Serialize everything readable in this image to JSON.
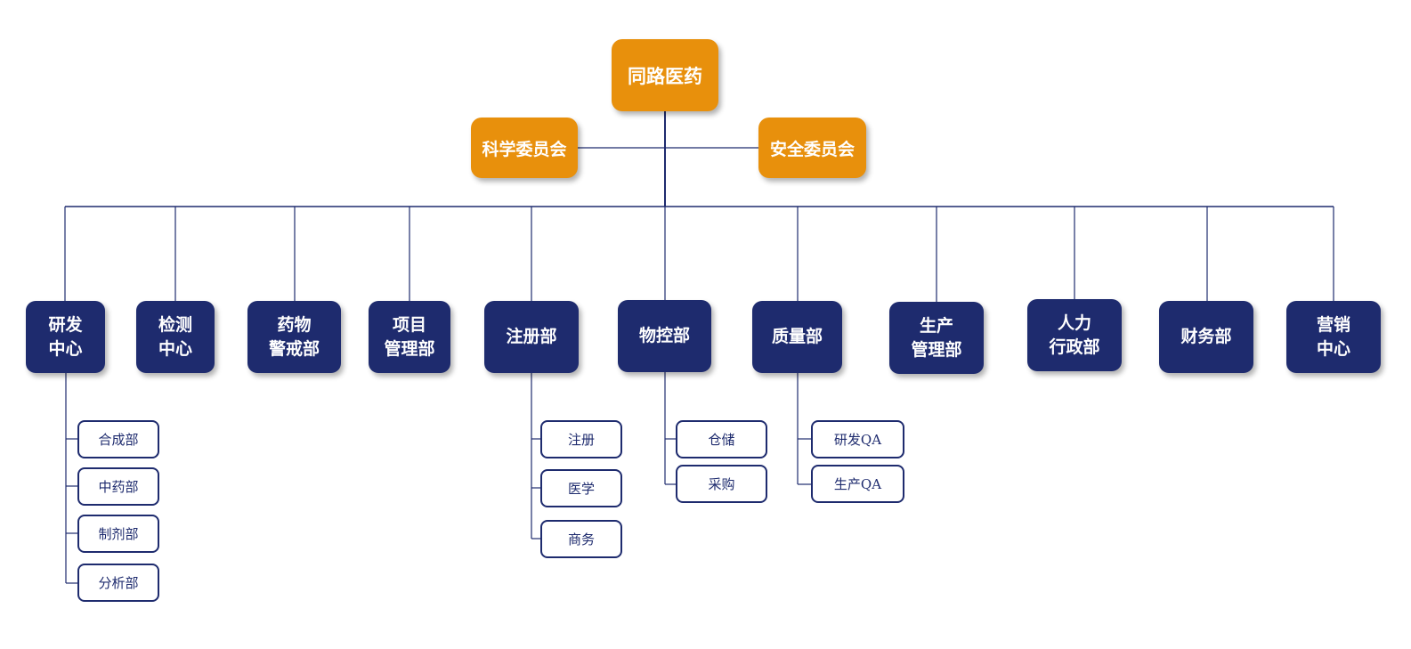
{
  "root": {
    "label": "同路医药"
  },
  "committees": [
    {
      "id": "science",
      "label": "科学委员会"
    },
    {
      "id": "safety",
      "label": "安全委员会"
    }
  ],
  "departments": [
    {
      "id": "rd",
      "label": "研发\n中心",
      "subs": [
        "合成部",
        "中药部",
        "制剂部",
        "分析部"
      ]
    },
    {
      "id": "testing",
      "label": "检测\n中心",
      "subs": []
    },
    {
      "id": "pv",
      "label": "药物\n警戒部",
      "subs": []
    },
    {
      "id": "pm",
      "label": "项目\n管理部",
      "subs": []
    },
    {
      "id": "reg",
      "label": "注册部",
      "subs": [
        "注册",
        "医学",
        "商务"
      ]
    },
    {
      "id": "mc",
      "label": "物控部",
      "subs": [
        "仓储",
        "采购"
      ]
    },
    {
      "id": "qa",
      "label": "质量部",
      "subs": [
        "研发QA",
        "生产QA"
      ]
    },
    {
      "id": "prod",
      "label": "生产\n管理部",
      "subs": []
    },
    {
      "id": "hr",
      "label": "人力\n行政部",
      "subs": []
    },
    {
      "id": "fin",
      "label": "财务部",
      "subs": []
    },
    {
      "id": "mkt",
      "label": "营销\n中心",
      "subs": []
    }
  ],
  "colors": {
    "orange": "#E8900C",
    "navy": "#1E2B6E",
    "line": "#1E2B6E"
  }
}
